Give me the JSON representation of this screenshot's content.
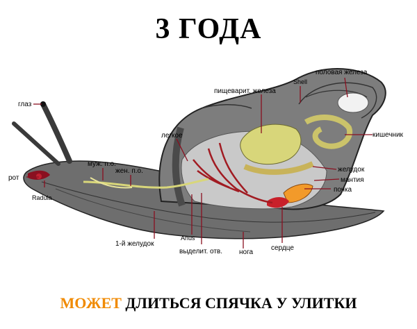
{
  "title": "3 ГОДА",
  "caption": {
    "accent_word": "МОЖЕТ",
    "rest": " ДЛИТЬСЯ СПЯЧКА У УЛИТКИ",
    "accent_color": "#f08a00"
  },
  "labels": {
    "glaz": "глаз",
    "rot": "рот",
    "radula": "Radula",
    "muzh": "муж. п.о.",
    "zhen": "жен. п.о.",
    "legkoe": "легкое",
    "pishch": "пищеварит. железа",
    "shell": "Shell",
    "polovaya": "половая железа",
    "kishechnik": "кишечник",
    "zheludok": "желудок",
    "mantiya": "мантия",
    "pochka": "почка",
    "first_zheludok": "1-й  желудок",
    "anus": "Anus",
    "vydelit": "выделит. отв.",
    "noga": "нога",
    "serdtse": "сердце"
  }
}
